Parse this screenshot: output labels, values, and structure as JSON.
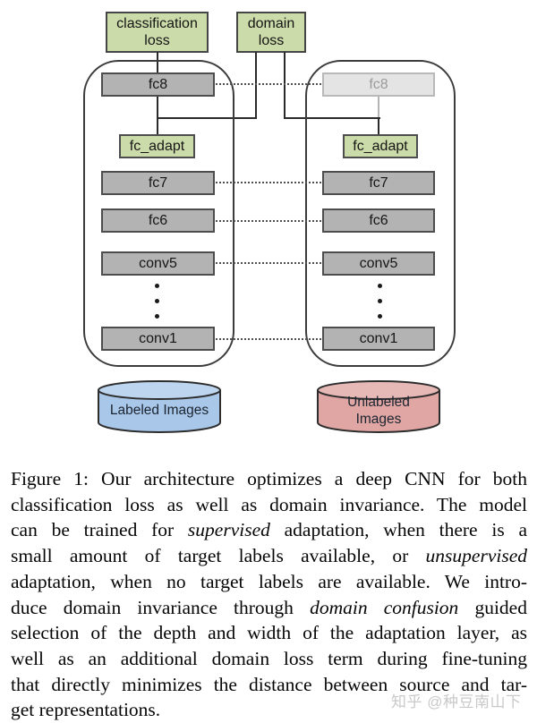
{
  "figure": {
    "loss_boxes": {
      "classification": "classification loss",
      "domain": "domain loss"
    },
    "source_network": {
      "layers": {
        "fc8": "fc8",
        "fc_adapt": "fc_adapt",
        "fc7": "fc7",
        "fc6": "fc6",
        "conv5": "conv5",
        "conv1": "conv1"
      },
      "database_label": "Labeled Images"
    },
    "target_network": {
      "layers": {
        "fc8": "fc8",
        "fc_adapt": "fc_adapt",
        "fc7": "fc7",
        "fc6": "fc6",
        "conv5": "conv5",
        "conv1": "conv1"
      },
      "database_label": "Unlabeled Images"
    },
    "colors": {
      "loss_box_fill": "#ccdbaa",
      "layer_box_fill": "#b3b3b3",
      "frozen_layer_fill": "#e4e4e4",
      "frozen_layer_text": "#9b9b9b",
      "source_db_fill": "#a9c7e8",
      "source_db_top_fill": "#bdd5ef",
      "target_db_fill": "#dfa6a3",
      "target_db_top_fill": "#e7b9b6"
    }
  },
  "caption": {
    "lines": [
      [
        {
          "t": "Figure 1: Our architecture optimizes a deep CNN for both"
        }
      ],
      [
        {
          "t": "classification loss as well as domain invariance. The model"
        }
      ],
      [
        {
          "t": "can be trained for "
        },
        {
          "t": "supervised",
          "i": true
        },
        {
          "t": " adaptation, when there is a"
        }
      ],
      [
        {
          "t": "small amount of target labels available, or "
        },
        {
          "t": "unsupervised",
          "i": true
        }
      ],
      [
        {
          "t": "adaptation, when no target labels are available. We intro-"
        }
      ],
      [
        {
          "t": "duce domain invariance through "
        },
        {
          "t": "domain confusion",
          "i": true
        },
        {
          "t": " guided"
        }
      ],
      [
        {
          "t": "selection of the depth and width of the adaptation layer, as"
        }
      ],
      [
        {
          "t": "well as an additional domain loss term during fine-tuning"
        }
      ],
      [
        {
          "t": "that directly minimizes the distance between source and tar-"
        }
      ],
      [
        {
          "t": "get representations."
        }
      ]
    ]
  },
  "watermark": "知乎 @种豆南山下"
}
